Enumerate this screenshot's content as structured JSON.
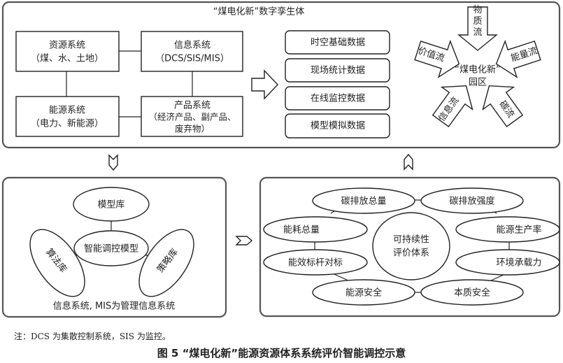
{
  "top_panel": {
    "title": "“煤电化新”数字孪生体",
    "systems": [
      {
        "name": "资源系统",
        "detail": "（煤、水、土地）"
      },
      {
        "name": "信息系统",
        "detail": "（DCS/SIS/MIS）"
      },
      {
        "name": "能源系统",
        "detail": "（电力、新能源）"
      },
      {
        "name": "产品系统",
        "detail": "（经济产品、副产品、",
        "detail2": "废弃物）"
      }
    ],
    "data_boxes": [
      "时空基础数据",
      "现场统计数据",
      "在线监控数据",
      "模型模拟数据"
    ],
    "park": {
      "center_line1": "“煤电化新”",
      "center_line2": "园区",
      "flows": [
        "物质流",
        "能量流",
        "碳流",
        "信息流",
        "价值流"
      ]
    }
  },
  "left_panel": {
    "center": "智能调控模型",
    "nodes": [
      "模型库",
      "算法库",
      "策略库"
    ],
    "footer": "信息系统, MIS为管理信息系统"
  },
  "right_panel": {
    "center_line1": "可持续性",
    "center_line2": "评价体系",
    "indicators": [
      "碳排放总量",
      "碳排放强度",
      "能耗总量",
      "能源生产率",
      "能效标杆对标",
      "环境承载力",
      "能源安全",
      "本质安全"
    ]
  },
  "note": "注：DCS 为集散控制系统，SIS 为监控。",
  "caption": "图 5  “煤电化新”能源资源体系系统评价智能调控示意"
}
